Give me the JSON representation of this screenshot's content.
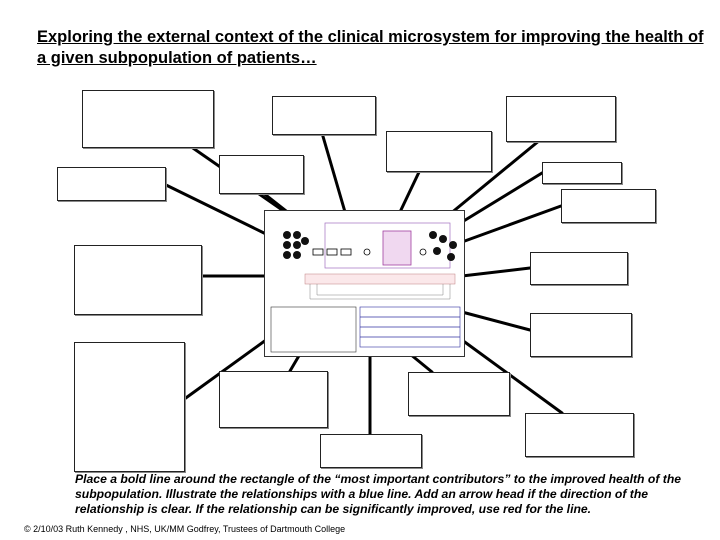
{
  "title": "Exploring the external context of the clinical microsystem for improving the health of a given subpopulation of patients…",
  "instructions": "Place a bold line around the rectangle of the “most important contributors” to the improved health of the subpopulation.  Illustrate the relationships with a blue line.  Add an arrow head if the direction of the relationship is clear.  If the relationship can be significantly improved, use red for the line.",
  "copyright": "© 2/10/03 Ruth Kennedy , NHS, UK/MM Godfrey, Trustees of Dartmouth College",
  "contributor_box_count": 16,
  "colors": {
    "line": "#000000",
    "box_border": "#222222",
    "center_accent": "#a040a0",
    "center_table": "#3030a0"
  }
}
